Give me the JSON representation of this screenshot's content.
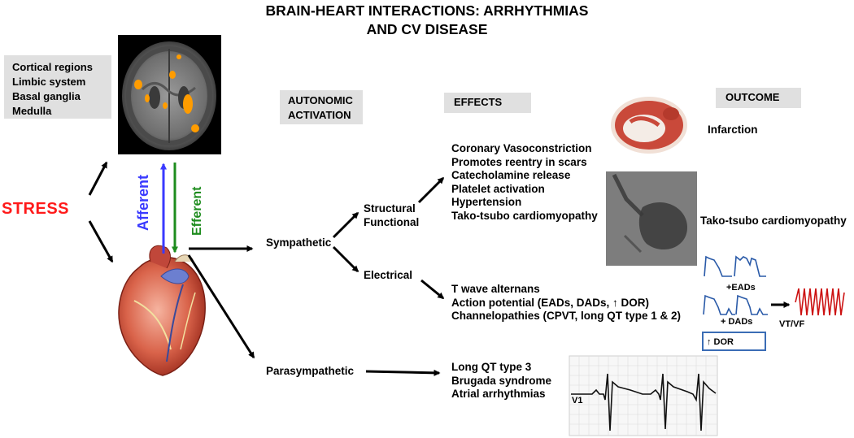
{
  "title": {
    "line1": "BRAIN-HEART INTERACTIONS: ARRHYTHMIAS",
    "line2": "AND CV DISEASE"
  },
  "brain_regions": [
    "Cortical regions",
    "Limbic system",
    "Basal ganglia",
    "Medulla"
  ],
  "stress": "STRESS",
  "afferent": "Afferent",
  "efferent": "Efferent",
  "headers": {
    "autonomic_line1": "AUTONOMIC",
    "autonomic_line2": "ACTIVATION",
    "effects": "EFFECTS",
    "outcome": "OUTCOME"
  },
  "sympathetic": "Sympathetic",
  "parasympathetic": "Parasympathetic",
  "structural_line1": "Structural",
  "structural_line2": "Functional",
  "electrical": "Electrical",
  "structural_effects": [
    "Coronary Vasoconstriction",
    "Promotes reentry in scars",
    "Catecholamine release",
    "Platelet activation",
    "Hypertension",
    "Tako-tsubo cardiomyopathy"
  ],
  "electrical_effects": [
    "T wave alternans",
    "Action potential (EADs, DADs, ↑ DOR)",
    "Channelopathies (CPVT, long QT type 1 & 2)"
  ],
  "parasympathetic_effects": [
    "Long QT type 3",
    "Brugada syndrome",
    "Atrial arrhythmias"
  ],
  "outcomes": {
    "infarction": "Infarction",
    "takotsubo": "Tako-tsubo cardiomyopathy",
    "eads": "+EADs",
    "dads": "+  DADs",
    "dor": "↑ DOR",
    "vtvf": "VT/VF",
    "ecg_lead": "V1"
  },
  "colors": {
    "stress": "#ff1a1a",
    "afferent": "#3a3aff",
    "efferent": "#1e8c1e",
    "header_bg": "#e0e0e0",
    "trace_blue": "#2a5aa8",
    "vtvf_red": "#cc1111"
  }
}
